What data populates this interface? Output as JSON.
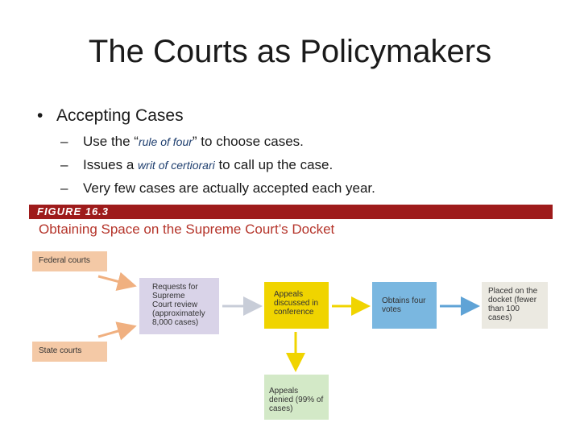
{
  "slide": {
    "title": "The Courts as Policymakers",
    "bullet": "Accepting Cases",
    "bullet_symbol": "•",
    "sub_dash": "–",
    "sub_items": [
      {
        "pre": "Use the “",
        "em": "rule of four",
        "post": "” to choose cases."
      },
      {
        "pre": "Issues a ",
        "em": "writ of certiorari",
        "post": " to call up the case."
      },
      {
        "pre": "Very few cases are actually accepted each year.",
        "em": "",
        "post": ""
      }
    ]
  },
  "figure": {
    "label": "FIGURE 16.3",
    "title": "Obtaining Space on the Supreme Court’s Docket",
    "boxes": {
      "federal_courts": "Federal courts",
      "state_courts": "State courts",
      "requests": "Requests for Supreme Court review (approximately 8,000 cases)",
      "appeals_discussed": "Appeals discussed in conference",
      "four_votes": "Obtains four votes",
      "docket": "Placed on the docket (fewer than 100 cases)",
      "denied": "Appeals denied (99% of cases)"
    },
    "colors": {
      "bar": "#9e1b1b",
      "title": "#b5342a",
      "courts": "#f4c9a6",
      "requests": "#d9d3e8",
      "appeals": "#f0d400",
      "votes": "#7ab7e0",
      "docket": "#ebe9e1",
      "denied": "#d3e9c7"
    }
  }
}
